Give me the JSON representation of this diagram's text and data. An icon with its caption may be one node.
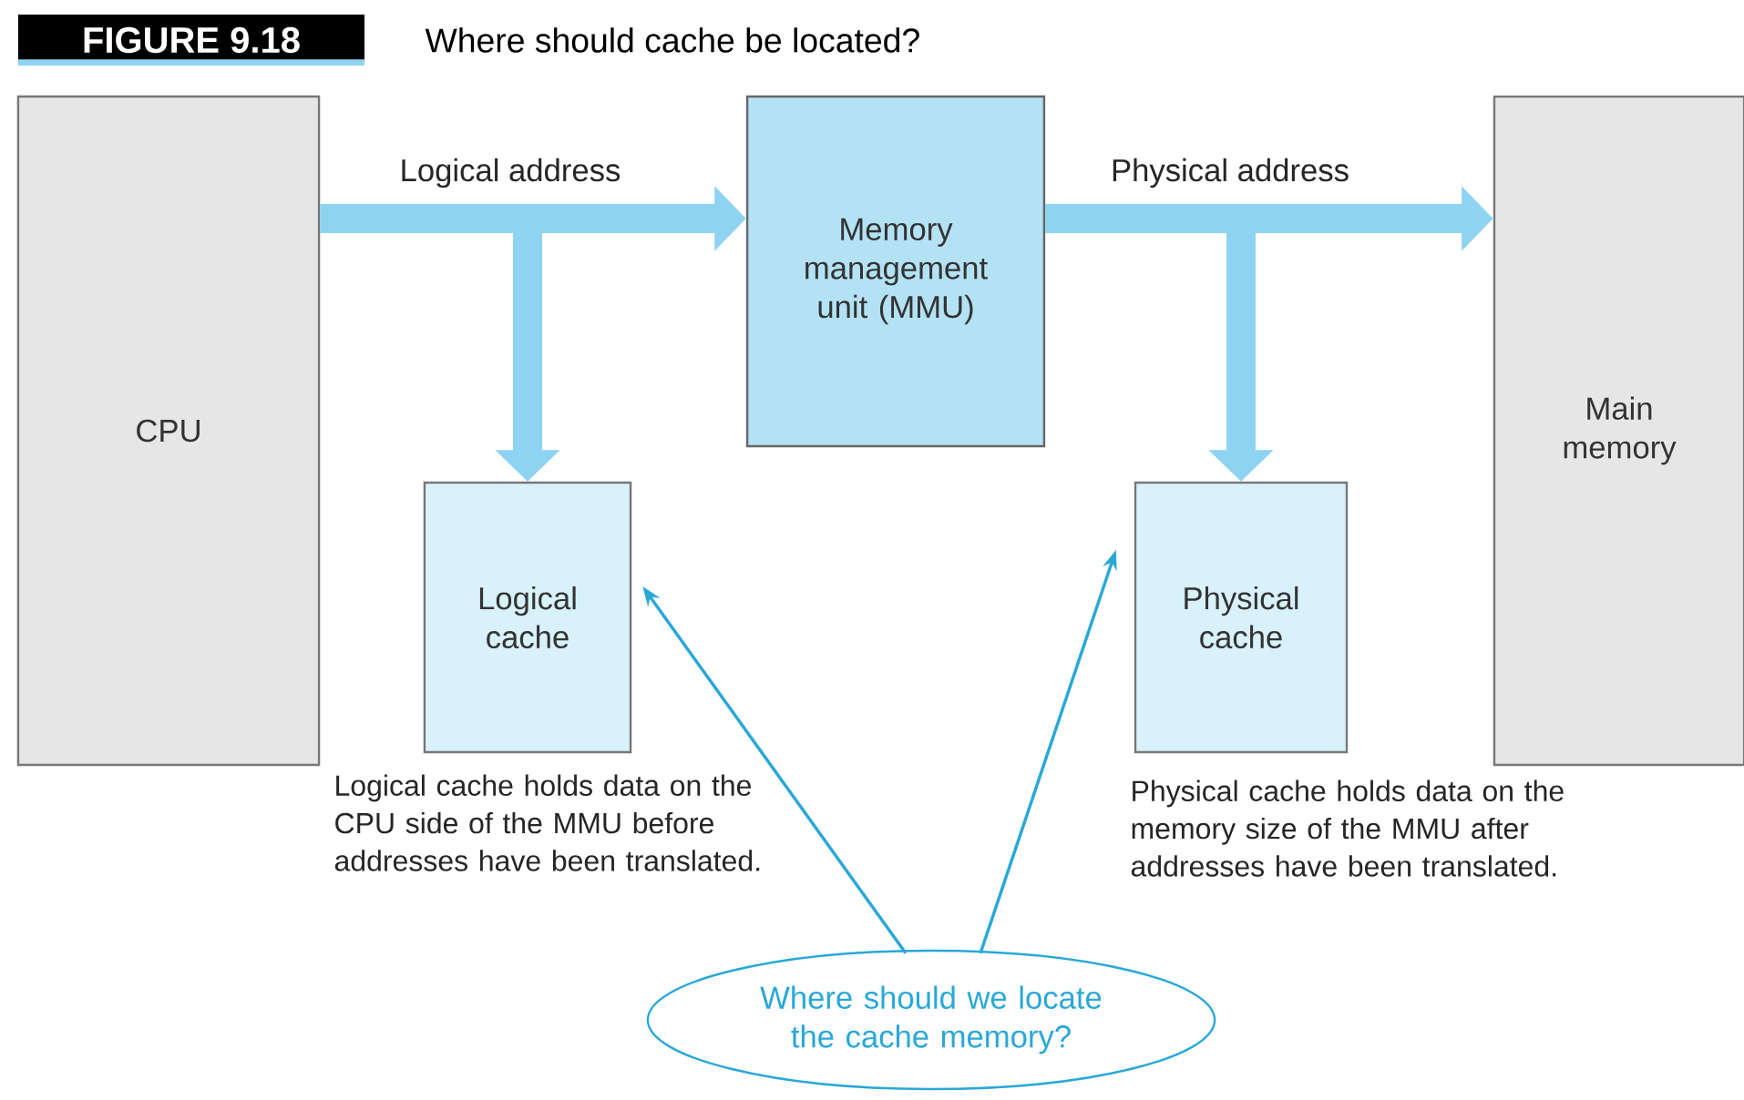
{
  "diagram": {
    "title": "Where should cache be located?",
    "nodes": [
      {
        "text": [
          "CPU"
        ]
      },
      {
        "text": [
          "Memory management unit (MMU)"
        ]
      },
      {
        "text": [
          "Main memory"
        ]
      },
      {
        "text": [
          "Logical cache"
        ],
        "beside": [
          "Logical cache holds data on the CPU side of the MMU before addresses have been translated."
        ]
      },
      {
        "text": [
          "Physical cache"
        ],
        "beside": [
          "Physical cache holds data on the memory size of the MMU after addresses have been translated."
        ]
      },
      {
        "text": [
          "Where should we locate the cache memory?"
        ]
      }
    ],
    "edges": [
      {
        "from": 0,
        "to": 1,
        "arrow": "to",
        "label": "Logical address"
      },
      {
        "from": 0,
        "to": 3,
        "arrow": "to"
      },
      {
        "from": 1,
        "to": 2,
        "arrow": "to",
        "label": "Physical address"
      },
      {
        "from": 1,
        "to": 4,
        "arrow": "to"
      },
      {
        "from": 5,
        "to": 3,
        "arrow": "to",
        "color": "#29a8d8"
      },
      {
        "from": 5,
        "to": 4,
        "arrow": "to",
        "color": "#29a8d8"
      }
    ],
    "labels": [
      "FIGURE 9.18"
    ]
  }
}
